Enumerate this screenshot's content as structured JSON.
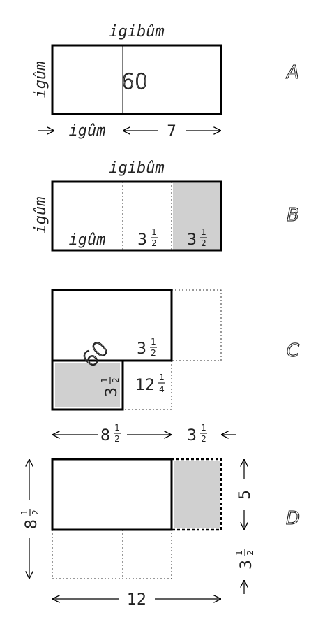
{
  "labels": {
    "igibum": "igibûm",
    "igum": "igûm",
    "sixty": "60",
    "seven": "7",
    "twelve": "12",
    "five": "5",
    "three_half_whole": "3",
    "eight_half_whole": "8",
    "twelve_quarter_whole": "12",
    "half_num": "1",
    "half_den": "2",
    "quarter_num": "1",
    "quarter_den": "4"
  },
  "panels": {
    "a": {
      "letter": "A"
    },
    "b": {
      "letter": "B"
    },
    "c": {
      "letter": "C"
    },
    "d": {
      "letter": "D"
    }
  }
}
